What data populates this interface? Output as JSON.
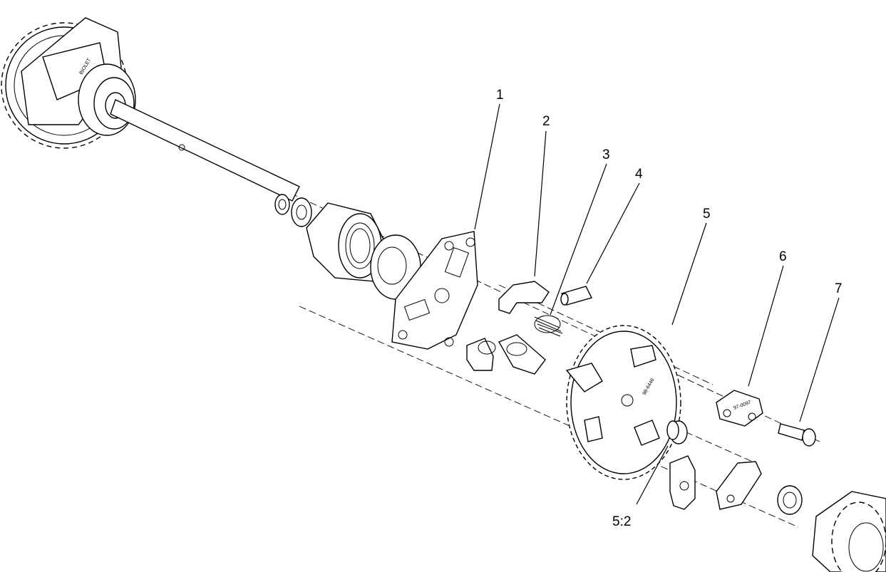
{
  "callouts": [
    {
      "id": "1",
      "label": "1"
    },
    {
      "id": "2",
      "label": "2"
    },
    {
      "id": "3",
      "label": "3"
    },
    {
      "id": "4",
      "label": "4"
    },
    {
      "id": "5",
      "label": "5"
    },
    {
      "id": "6",
      "label": "6"
    },
    {
      "id": "7",
      "label": "7"
    },
    {
      "id": "5-2",
      "label": "5:2"
    }
  ],
  "part_markings": {
    "hub_mark": "BIOLET",
    "sprocket_mark": "98-6446",
    "plate_mark": "97-0097"
  },
  "colors": {
    "line": "#000000",
    "background": "#ffffff"
  }
}
